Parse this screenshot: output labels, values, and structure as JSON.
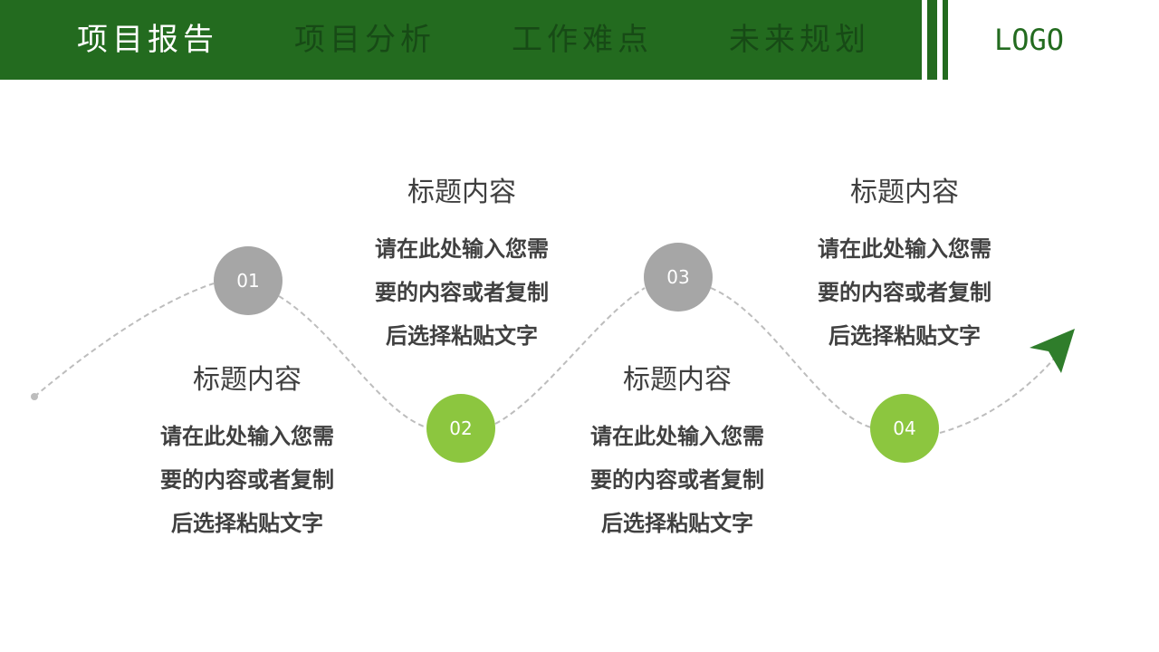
{
  "header": {
    "nav": [
      "项目报告",
      "项目分析",
      "工作难点",
      "未来规划"
    ],
    "logo": "LOGO"
  },
  "colors": {
    "primary": "#236b1f",
    "accent": "#8cc63f",
    "neutral": "#a6a6a6",
    "text": "#404040"
  },
  "steps": [
    {
      "num": "01",
      "title": "标题内容",
      "lines": [
        "请在此处输入您需",
        "要的内容或者复制",
        "后选择粘贴文字"
      ]
    },
    {
      "num": "02",
      "title": "标题内容",
      "lines": [
        "请在此处输入您需",
        "要的内容或者复制",
        "后选择粘贴文字"
      ]
    },
    {
      "num": "03",
      "title": "标题内容",
      "lines": [
        "请在此处输入您需",
        "要的内容或者复制",
        "后选择粘贴文字"
      ]
    },
    {
      "num": "04",
      "title": "标题内容",
      "lines": [
        "请在此处输入您需",
        "要的内容或者复制",
        "后选择粘贴文字"
      ]
    }
  ]
}
